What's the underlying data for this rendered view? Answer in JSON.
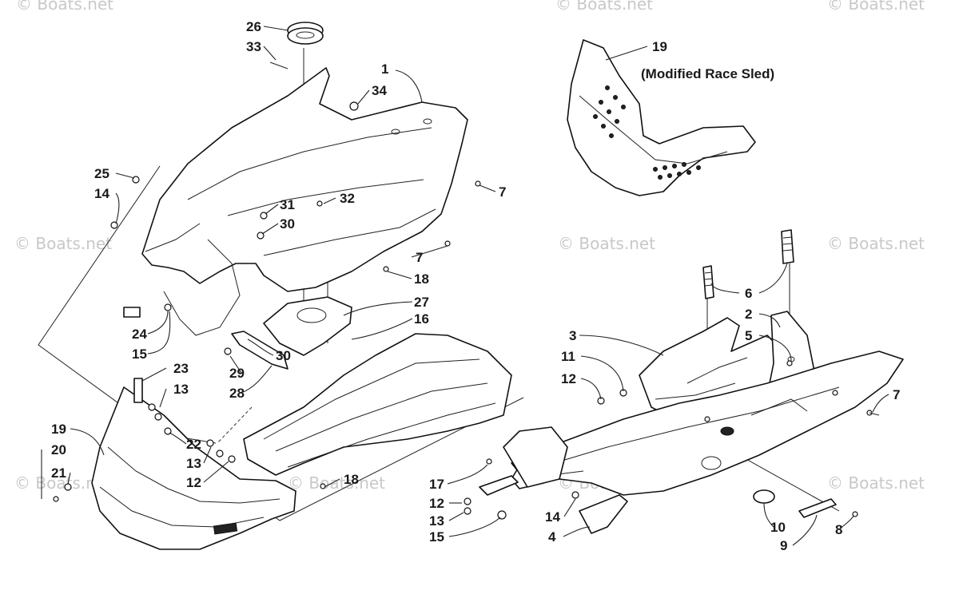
{
  "diagram": {
    "note": "(Modified Race Sled)",
    "watermark": "© Boats.net",
    "callouts": [
      "26",
      "33",
      "1",
      "34",
      "19",
      "25",
      "14",
      "31",
      "32",
      "30",
      "7",
      "7",
      "18",
      "27",
      "16",
      "24",
      "15",
      "30",
      "29",
      "28",
      "23",
      "13",
      "19",
      "20",
      "21",
      "22",
      "13",
      "12",
      "18",
      "17",
      "12",
      "13",
      "15",
      "14",
      "4",
      "3",
      "11",
      "12",
      "6",
      "2",
      "5",
      "7",
      "10",
      "9",
      "8"
    ]
  }
}
